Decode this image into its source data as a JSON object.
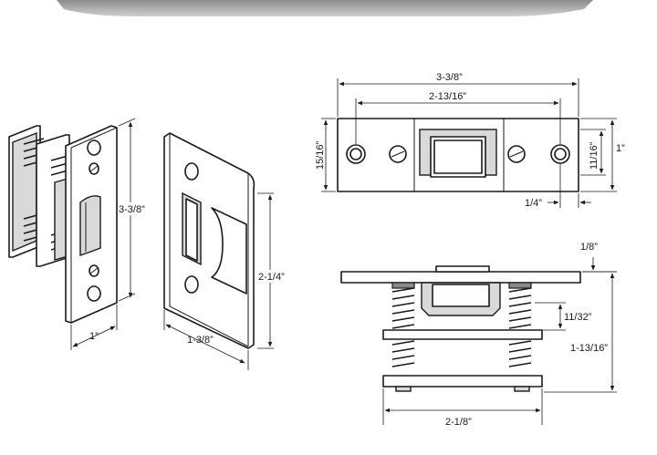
{
  "colors": {
    "background": "#ffffff",
    "line": "#1a1a1a",
    "shade": "#d9d9d9",
    "top_bar": "#9a9a9a"
  },
  "dimensions": {
    "iso_latch_height": "3-3/8”",
    "iso_latch_width": "1”",
    "iso_strike_height": "2-1/4”",
    "iso_strike_width": "1-3/8”",
    "top_overall_length": "3-3/8”",
    "top_hole_spacing": "2-13/16”",
    "top_plate_height": "15/16”",
    "top_body_height": "11/16”",
    "top_plate_width": "1”",
    "top_offset": "1/4”",
    "side_plate_thickness": "1/8”",
    "side_projection": "11/32”",
    "side_depth": "1-13/16”",
    "side_body_width": "2-1/8”"
  }
}
